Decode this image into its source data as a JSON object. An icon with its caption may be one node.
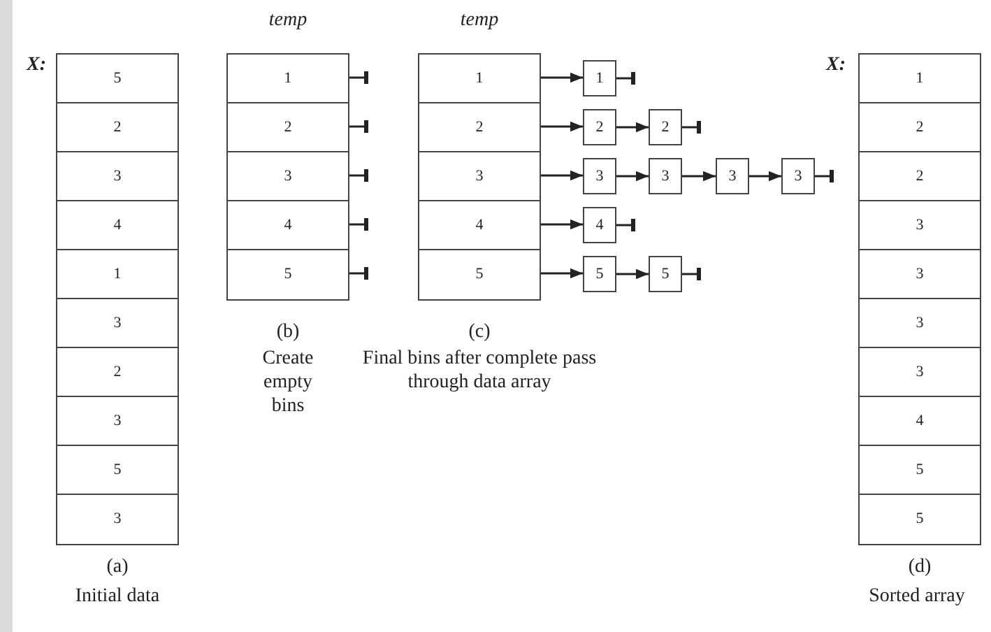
{
  "diagram": {
    "nodes": [
      {
        "text": [
          "5"
        ]
      },
      {
        "text": [
          "2"
        ]
      },
      {
        "text": [
          "3"
        ]
      },
      {
        "text": [
          "4"
        ]
      },
      {
        "text": [
          "1"
        ]
      },
      {
        "text": [
          "3"
        ]
      },
      {
        "text": [
          "2"
        ]
      },
      {
        "text": [
          "3"
        ]
      },
      {
        "text": [
          "5"
        ]
      },
      {
        "text": [
          "3"
        ]
      },
      {
        "text": [
          "1"
        ]
      },
      {
        "text": [
          "2"
        ]
      },
      {
        "text": [
          "3"
        ]
      },
      {
        "text": [
          "4"
        ]
      },
      {
        "text": [
          "5"
        ]
      },
      {
        "text": [
          "1"
        ]
      },
      {
        "text": [
          "2"
        ]
      },
      {
        "text": [
          "3"
        ]
      },
      {
        "text": [
          "4"
        ]
      },
      {
        "text": [
          "5"
        ]
      },
      {
        "text": [
          "1"
        ]
      },
      {
        "text": [
          "2"
        ]
      },
      {
        "text": [
          "2"
        ]
      },
      {
        "text": [
          "3"
        ]
      },
      {
        "text": [
          "3"
        ]
      },
      {
        "text": [
          "3"
        ]
      },
      {
        "text": [
          "3"
        ]
      },
      {
        "text": [
          "4"
        ]
      },
      {
        "text": [
          "5"
        ]
      },
      {
        "text": [
          "5"
        ]
      },
      {
        "text": [
          "1"
        ]
      },
      {
        "text": [
          "2"
        ]
      },
      {
        "text": [
          "2"
        ]
      },
      {
        "text": [
          "3"
        ]
      },
      {
        "text": [
          "3"
        ]
      },
      {
        "text": [
          "3"
        ]
      },
      {
        "text": [
          "3"
        ]
      },
      {
        "text": [
          "4"
        ]
      },
      {
        "text": [
          "5"
        ]
      },
      {
        "text": [
          "5"
        ]
      }
    ],
    "edges": [
      {
        "from": 10,
        "to": null,
        "arrow": "other"
      },
      {
        "from": 11,
        "to": null,
        "arrow": "other"
      },
      {
        "from": 12,
        "to": null,
        "arrow": "other"
      },
      {
        "from": 13,
        "to": null,
        "arrow": "other"
      },
      {
        "from": 14,
        "to": null,
        "arrow": "other"
      },
      {
        "from": 15,
        "to": 20,
        "arrow": "to"
      },
      {
        "from": 20,
        "to": null,
        "arrow": "other"
      },
      {
        "from": 16,
        "to": 21,
        "arrow": "to"
      },
      {
        "from": 21,
        "to": 22,
        "arrow": "to"
      },
      {
        "from": 22,
        "to": null,
        "arrow": "other"
      },
      {
        "from": 17,
        "to": 23,
        "arrow": "to"
      },
      {
        "from": 23,
        "to": 24,
        "arrow": "to"
      },
      {
        "from": 24,
        "to": 25,
        "arrow": "to"
      },
      {
        "from": 25,
        "to": 26,
        "arrow": "to"
      },
      {
        "from": 26,
        "to": null,
        "arrow": "other"
      },
      {
        "from": 18,
        "to": 27,
        "arrow": "to"
      },
      {
        "from": 27,
        "to": null,
        "arrow": "other"
      },
      {
        "from": 19,
        "to": 28,
        "arrow": "to"
      },
      {
        "from": 28,
        "to": 29,
        "arrow": "to"
      },
      {
        "from": 29,
        "to": null,
        "arrow": "other"
      }
    ],
    "labels": [
      "temp",
      "temp",
      "X:",
      "X:",
      "(b)",
      "Create empty bins",
      "(c)",
      "Final bins after complete pass through data array",
      "(a)",
      "Initial data",
      "(d)",
      "Sorted array"
    ]
  }
}
